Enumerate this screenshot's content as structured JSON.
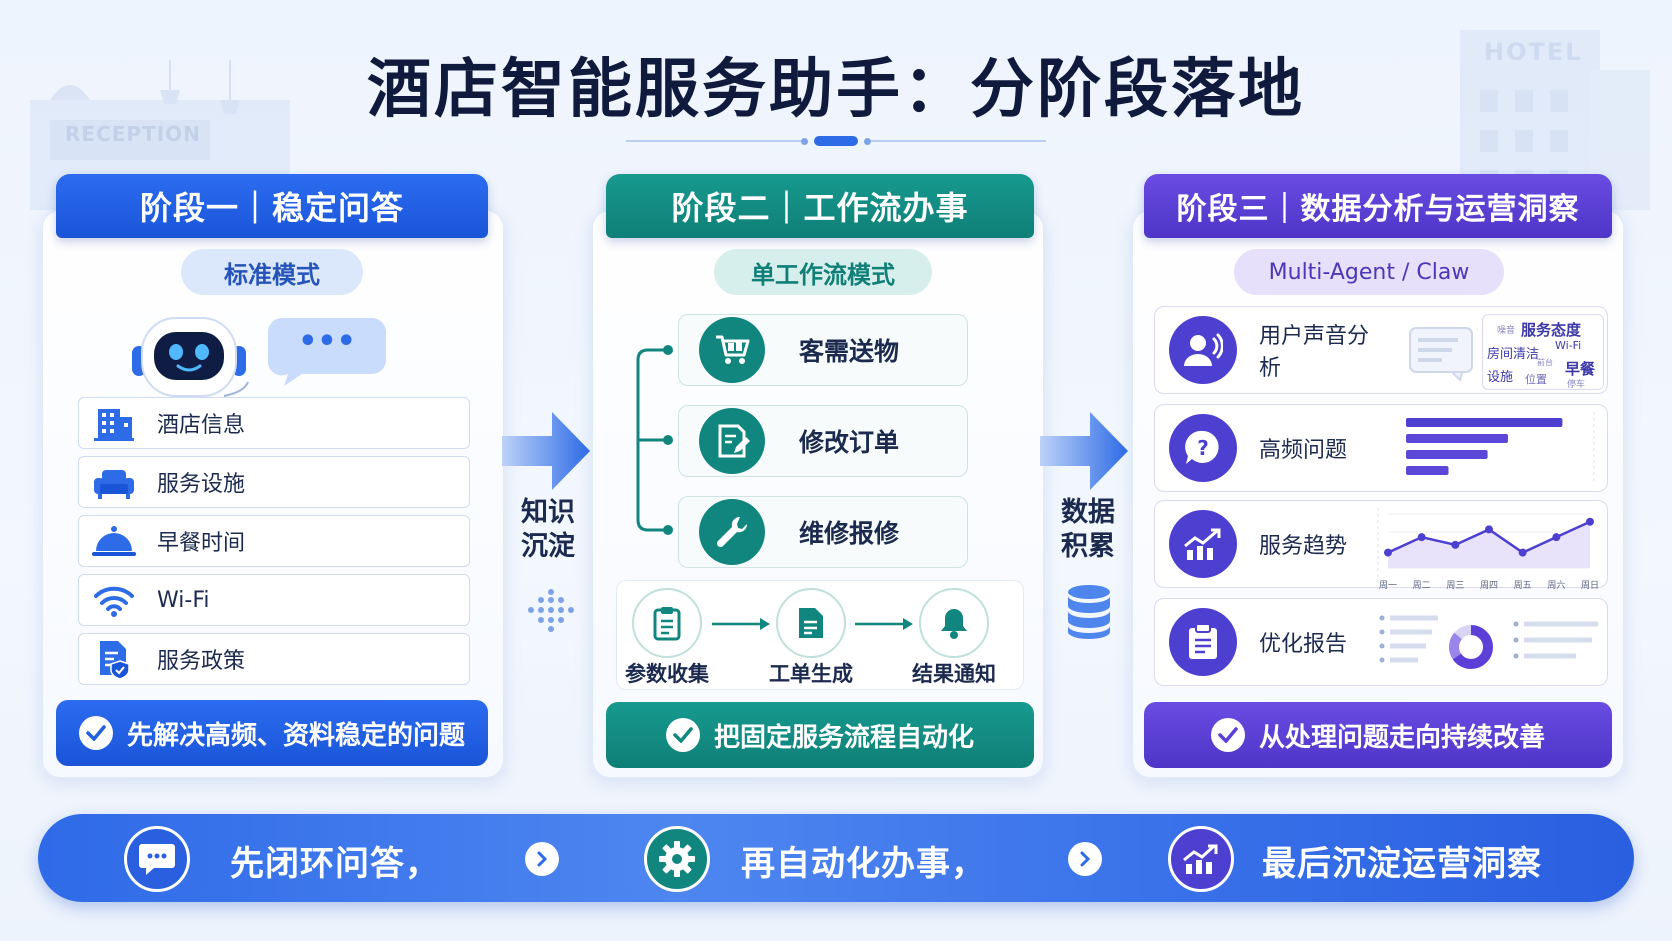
{
  "title": "酒店智能服务助手：分阶段落地",
  "stage1": {
    "tab": "阶段一｜稳定问答",
    "mode": "标准模式",
    "bubble": "•••",
    "items": [
      "酒店信息",
      "服务设施",
      "早餐时间",
      "Wi-Fi",
      "服务政策"
    ],
    "summary": "先解决高频、资料稳定的问题"
  },
  "arrow1": {
    "l1": "知识",
    "l2": "沉淀"
  },
  "stage2": {
    "tab": "阶段二｜工作流办事",
    "mode": "单工作流模式",
    "workflows": [
      "客需送物",
      "修改订单",
      "维修报修"
    ],
    "steps": [
      "参数收集",
      "工单生成",
      "结果通知"
    ],
    "summary": "把固定服务流程自动化"
  },
  "arrow2": {
    "l1": "数据",
    "l2": "积累"
  },
  "stage3": {
    "tab": "阶段三｜数据分析与运营洞察",
    "mode": "Multi-Agent / Claw",
    "analyses": [
      "用户声音分析",
      "高频问题",
      "服务趋势",
      "优化报告"
    ],
    "tags": [
      "服务态度",
      "房间清洁",
      "Wi-Fi",
      "设施",
      "早餐",
      "噪音",
      "停车",
      "位置",
      "前台"
    ],
    "weekdays": [
      "周一",
      "周二",
      "周三",
      "周四",
      "周五",
      "周六",
      "周日"
    ],
    "summary": "从处理问题走向持续改善"
  },
  "chart_data": {
    "type": "line",
    "x": [
      "周一",
      "周二",
      "周三",
      "周四",
      "周五",
      "周六",
      "周日"
    ],
    "series": [
      {
        "values": [
          2,
          4,
          3,
          5,
          2,
          4,
          6
        ]
      }
    ]
  },
  "bar_data": [
    0.92,
    0.6,
    0.48,
    0.25
  ],
  "colors": {
    "stage1": "#1f5fe0",
    "stage2": "#12877f",
    "stage3": "#5b3fd6"
  },
  "strip": {
    "s1": "先闭环问答，",
    "s2": "再自动化办事，",
    "s3": "最后沉淀运营洞察"
  },
  "bg": {
    "reception": "RECEPTION",
    "hotel": "HOTEL"
  }
}
